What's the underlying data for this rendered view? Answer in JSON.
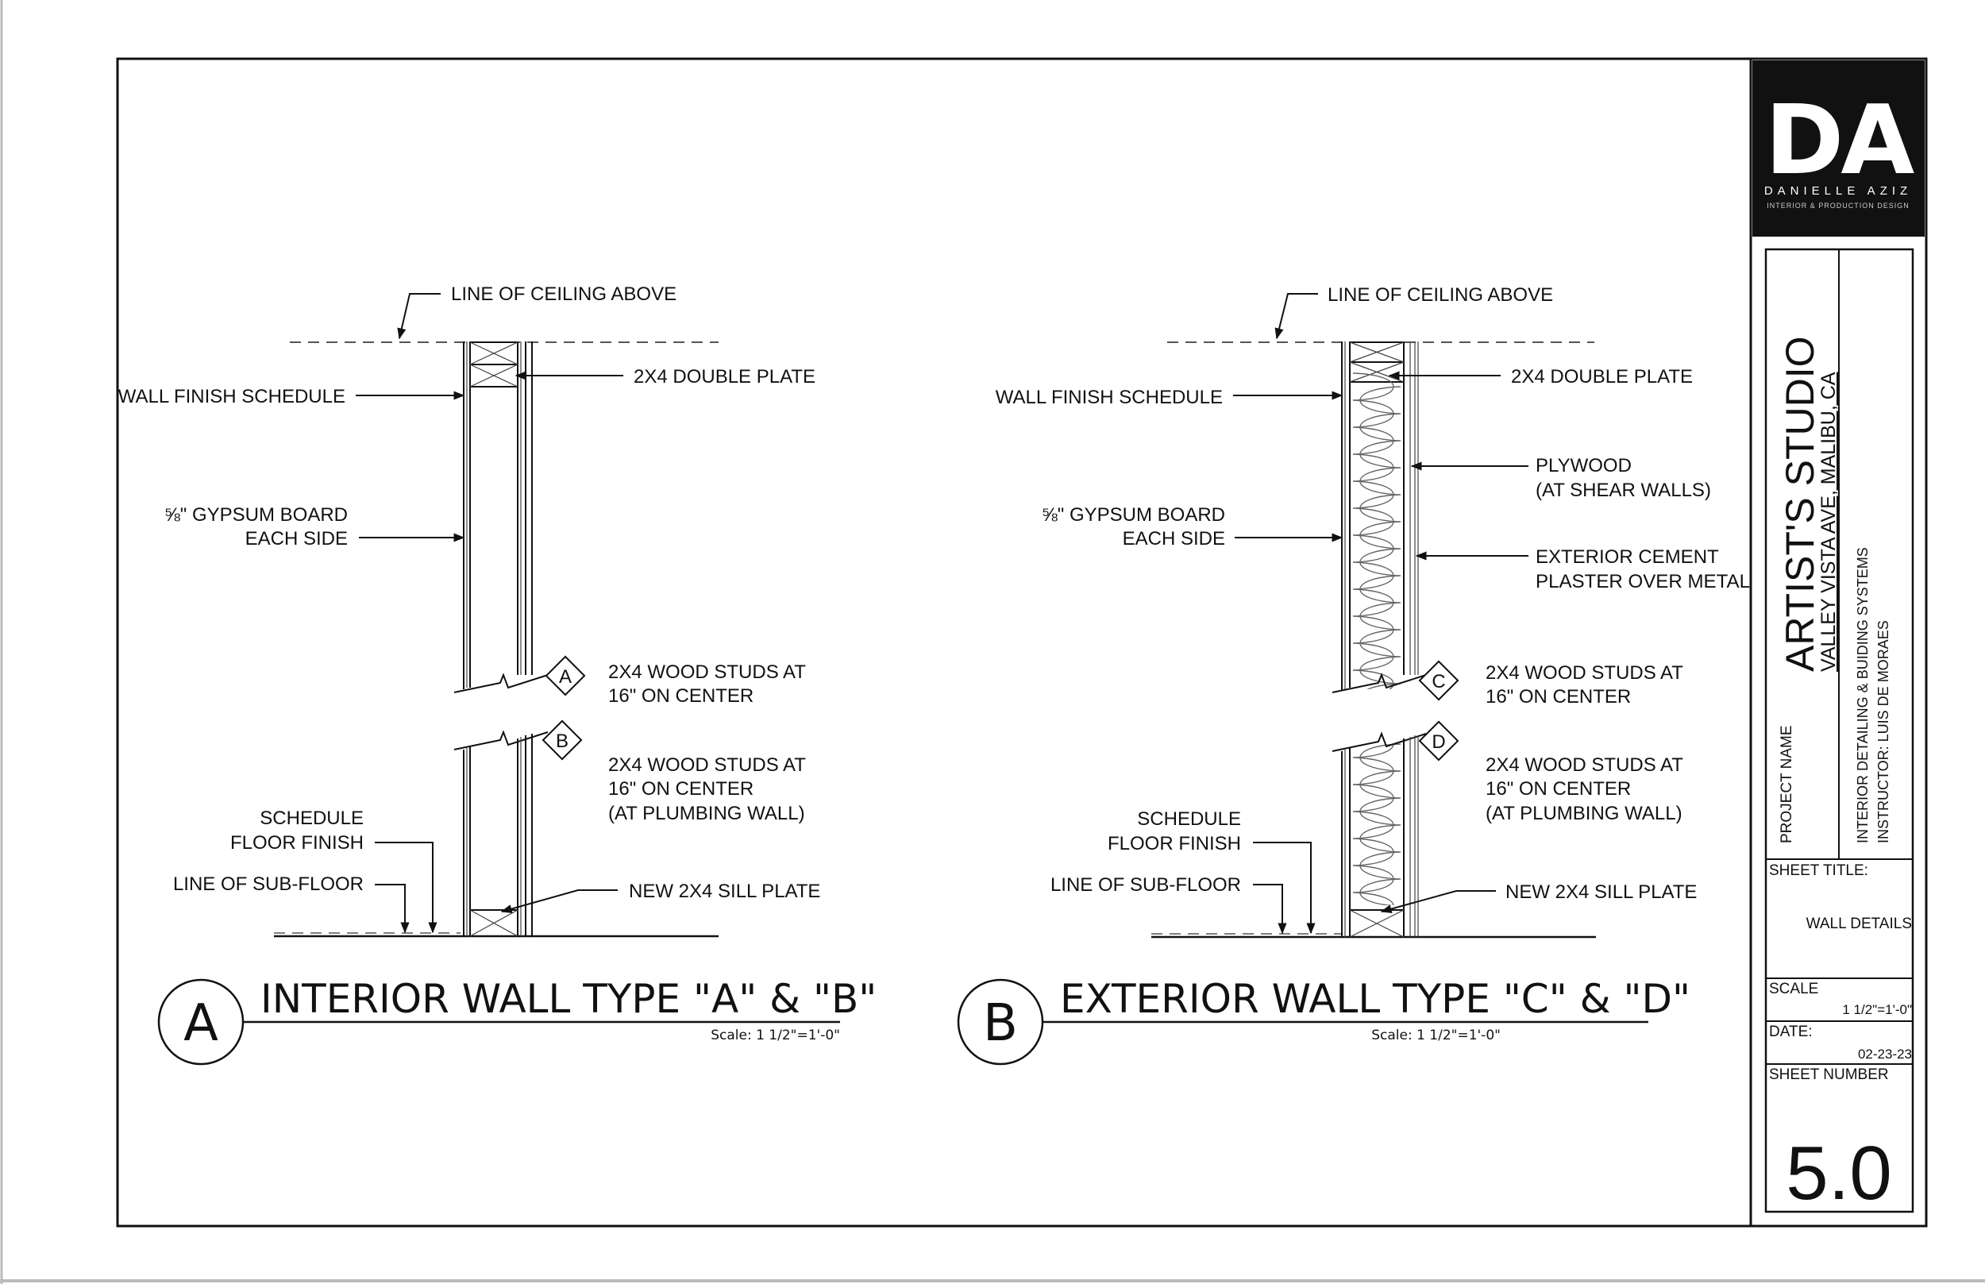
{
  "logo": {
    "monogram": "DA",
    "name": "DANIELLE AZIZ",
    "tagline": "INTERIOR & PRODUCTION DESIGN"
  },
  "title_block": {
    "project_name_label": "PROJECT NAME",
    "project_name": "ARTIST'S STUDIO",
    "address": "VALLEY VISTA AVE, MALIBU, CA",
    "course": "INTERIOR DETAILING & BUIDING SYSTEMS",
    "instructor": "INSTRUCTOR: LUIS DE MORAES",
    "sheet_title_label": "SHEET TITLE:",
    "sheet_title": "WALL DETAILS",
    "scale_label": "SCALE",
    "scale": "1 1/2\"=1'-0\"",
    "date_label": "DATE:",
    "date": "02-23-23",
    "sheet_number_label": "SHEET NUMBER",
    "sheet_number": "5.0"
  },
  "details": [
    {
      "letter": "A",
      "title": "INTERIOR WALL TYPE \"A\" & \"B\"",
      "scale": "Scale: 1 1/2\"=1'-0\"",
      "labels": {
        "ceiling": "LINE OF CEILING ABOVE",
        "wall_finish": "WALL FINISH SCHEDULE",
        "gypsum_line1": "⅝\" GYPSUM BOARD",
        "gypsum_line2": "EACH SIDE",
        "double_plate": "2X4 DOUBLE PLATE",
        "studs1_line1": "2X4 WOOD STUDS AT",
        "studs1_line2": "16\" ON CENTER",
        "studs2_line1": "2X4 WOOD STUDS AT",
        "studs2_line2": "16\" ON CENTER",
        "studs2_line3": "(AT PLUMBING WALL)",
        "floor_finish_line1": "SCHEDULE",
        "floor_finish_line2": "FLOOR FINISH",
        "subfloor": "LINE OF SUB-FLOOR",
        "sill_plate": "NEW 2X4 SILL PLATE"
      },
      "tags": [
        "A",
        "B"
      ]
    },
    {
      "letter": "B",
      "title": "EXTERIOR WALL TYPE \"C\" & \"D\"",
      "scale": "Scale: 1 1/2\"=1'-0\"",
      "labels": {
        "ceiling": "LINE OF CEILING ABOVE",
        "wall_finish": "WALL FINISH SCHEDULE",
        "gypsum_line1": "⅝\" GYPSUM BOARD",
        "gypsum_line2": "EACH SIDE",
        "double_plate": "2X4 DOUBLE PLATE",
        "plywood_line1": "PLYWOOD",
        "plywood_line2": "(AT SHEAR WALLS)",
        "plaster_line1": "EXTERIOR CEMENT",
        "plaster_line2": "PLASTER OVER METAL",
        "studs1_line1": "2X4 WOOD STUDS AT",
        "studs1_line2": "16\" ON CENTER",
        "studs2_line1": "2X4 WOOD STUDS AT",
        "studs2_line2": "16\" ON CENTER",
        "studs2_line3": "(AT PLUMBING WALL)",
        "floor_finish_line1": "SCHEDULE",
        "floor_finish_line2": "FLOOR FINISH",
        "subfloor": "LINE OF SUB-FLOOR",
        "sill_plate": "NEW 2X4 SILL PLATE"
      },
      "tags": [
        "C",
        "D"
      ]
    }
  ]
}
